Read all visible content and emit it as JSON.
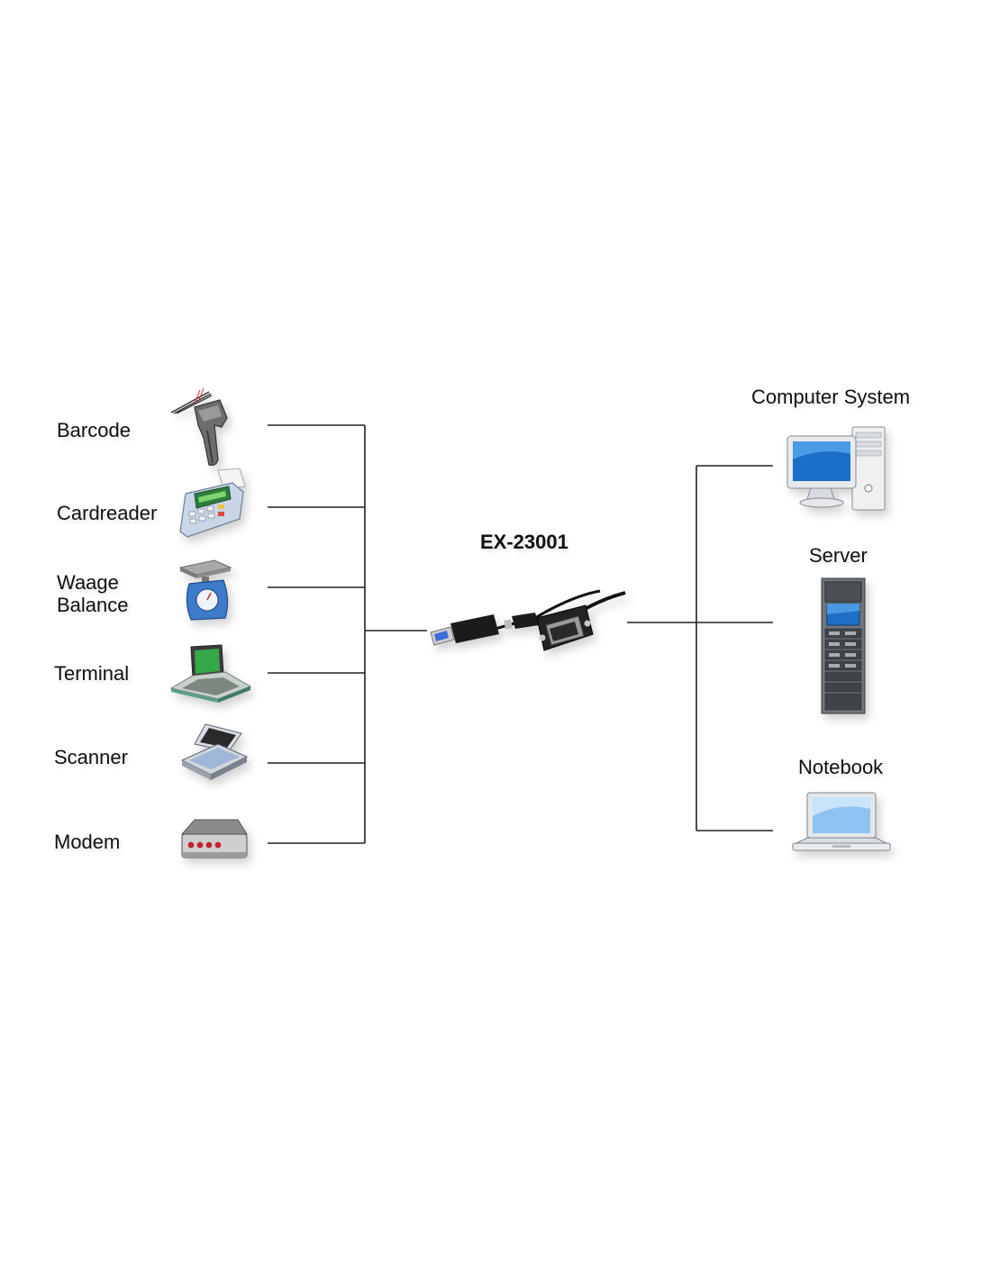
{
  "model": "EX-23001",
  "left_devices": [
    {
      "id": "barcode",
      "label": "Barcode",
      "icon": "barcode-scanner-icon"
    },
    {
      "id": "cardreader",
      "label": "Cardreader",
      "icon": "card-reader-icon"
    },
    {
      "id": "scale",
      "label_lines": [
        "Waage",
        "Balance"
      ],
      "icon": "scale-icon"
    },
    {
      "id": "terminal",
      "label": "Terminal",
      "icon": "terminal-icon"
    },
    {
      "id": "scanner",
      "label": "Scanner",
      "icon": "flatbed-scanner-icon"
    },
    {
      "id": "modem",
      "label": "Modem",
      "icon": "modem-icon"
    }
  ],
  "right_devices": [
    {
      "id": "computer",
      "label": "Computer System",
      "icon": "desktop-computer-icon"
    },
    {
      "id": "server",
      "label": "Server",
      "icon": "server-rack-icon"
    },
    {
      "id": "notebook",
      "label": "Notebook",
      "icon": "notebook-icon"
    }
  ],
  "adapter_icon": "usb-to-serial-cable-icon"
}
